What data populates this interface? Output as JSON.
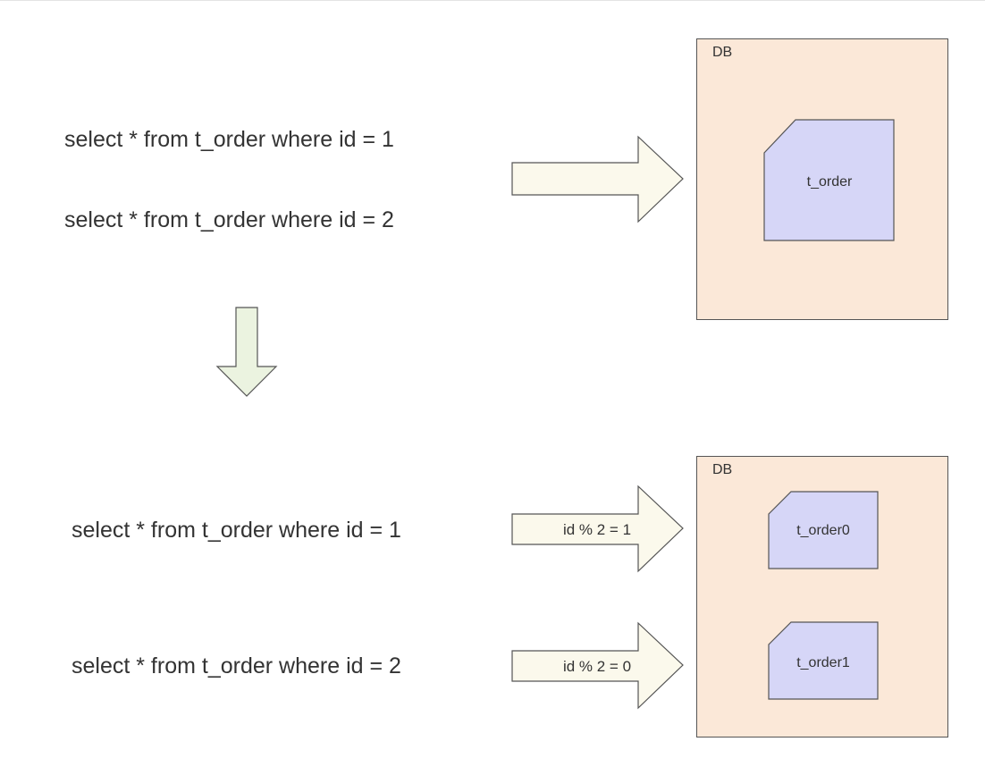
{
  "top": {
    "queries": [
      "select * from t_order where id = 1",
      "select * from t_order where id = 2"
    ],
    "db": {
      "label": "DB",
      "table": "t_order"
    }
  },
  "bottom": {
    "queries": [
      "select * from t_order where id = 1",
      "select * from t_order where id = 2"
    ],
    "routes": [
      "id % 2 = 1",
      "id % 2 = 0"
    ],
    "db": {
      "label": "DB",
      "tables": [
        "t_order0",
        "t_order1"
      ]
    }
  },
  "colors": {
    "db_fill": "#fbe8d8",
    "table_fill": "#d6d6f7",
    "arrow_fill": "#fbf9ec",
    "down_arrow_fill": "#ebf3e0",
    "stroke": "#555555"
  }
}
